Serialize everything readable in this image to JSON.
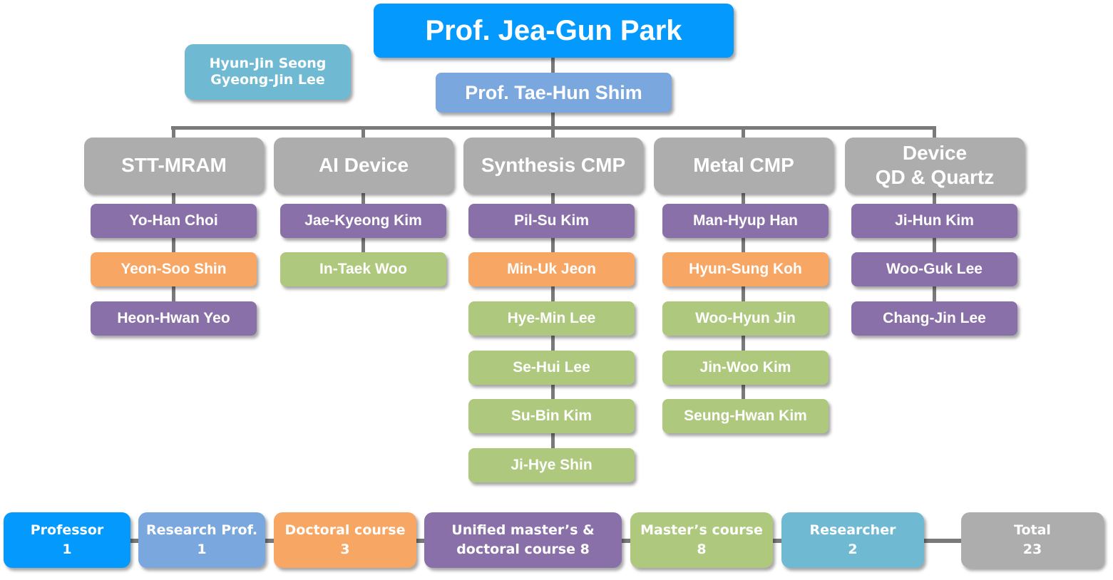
{
  "head": {
    "name": "Prof. Jea-Gun Park",
    "role": "professor"
  },
  "research_professor": {
    "name": "Prof. Tae-Hun Shim",
    "role": "research_professor"
  },
  "researchers": {
    "names": [
      "Hyun-Jin Seong",
      "Gyeong-Jin Lee"
    ],
    "role": "researcher"
  },
  "groups": [
    {
      "title_lines": [
        "STT-MRAM"
      ],
      "members": [
        {
          "name": "Yo-Han Choi",
          "role": "unified"
        },
        {
          "name": "Yeon-Soo Shin",
          "role": "doctoral"
        },
        {
          "name": "Heon-Hwan Yeo",
          "role": "unified"
        }
      ]
    },
    {
      "title_lines": [
        "AI Device"
      ],
      "members": [
        {
          "name": "Jae-Kyeong Kim",
          "role": "unified"
        },
        {
          "name": "In-Taek Woo",
          "role": "master"
        }
      ]
    },
    {
      "title_lines": [
        "Synthesis CMP"
      ],
      "members": [
        {
          "name": "Pil-Su Kim",
          "role": "unified"
        },
        {
          "name": "Min-Uk Jeon",
          "role": "doctoral"
        },
        {
          "name": "Hye-Min Lee",
          "role": "master"
        },
        {
          "name": "Se-Hui Lee",
          "role": "master"
        },
        {
          "name": "Su-Bin Kim",
          "role": "master"
        },
        {
          "name": "Ji-Hye Shin",
          "role": "master"
        }
      ]
    },
    {
      "title_lines": [
        "Metal CMP"
      ],
      "members": [
        {
          "name": "Man-Hyup Han",
          "role": "unified"
        },
        {
          "name": "Hyun-Sung Koh",
          "role": "doctoral"
        },
        {
          "name": "Woo-Hyun Jin",
          "role": "master"
        },
        {
          "name": "Jin-Woo Kim",
          "role": "master"
        },
        {
          "name": "Seung-Hwan Kim",
          "role": "master"
        }
      ]
    },
    {
      "title_lines": [
        "Device",
        "QD & Quartz"
      ],
      "members": [
        {
          "name": "Ji-Hun Kim",
          "role": "unified"
        },
        {
          "name": "Woo-Guk Lee",
          "role": "unified"
        },
        {
          "name": "Chang-Jin Lee",
          "role": "unified"
        }
      ]
    }
  ],
  "legend": [
    {
      "label": "Professor",
      "count": "1",
      "role": "professor"
    },
    {
      "label": "Research Prof.",
      "count": "1",
      "role": "research_professor"
    },
    {
      "label": "Doctoral course",
      "count": "3",
      "role": "doctoral"
    },
    {
      "label": "Unified master’s &",
      "count": "doctoral course 8",
      "role": "unified"
    },
    {
      "label": "Master’s course",
      "count": "8",
      "role": "master"
    },
    {
      "label": "Researcher",
      "count": "2",
      "role": "researcher"
    },
    {
      "label": "Total",
      "count": "23",
      "role": "total"
    }
  ],
  "colors": {
    "professor": "#0399fd",
    "research_professor": "#79a7de",
    "doctoral": "#f8a663",
    "unified": "#8a70a8",
    "master": "#aec97d",
    "researcher": "#6fbad2",
    "group": "#adadad",
    "connector": "#7a7a7a"
  }
}
